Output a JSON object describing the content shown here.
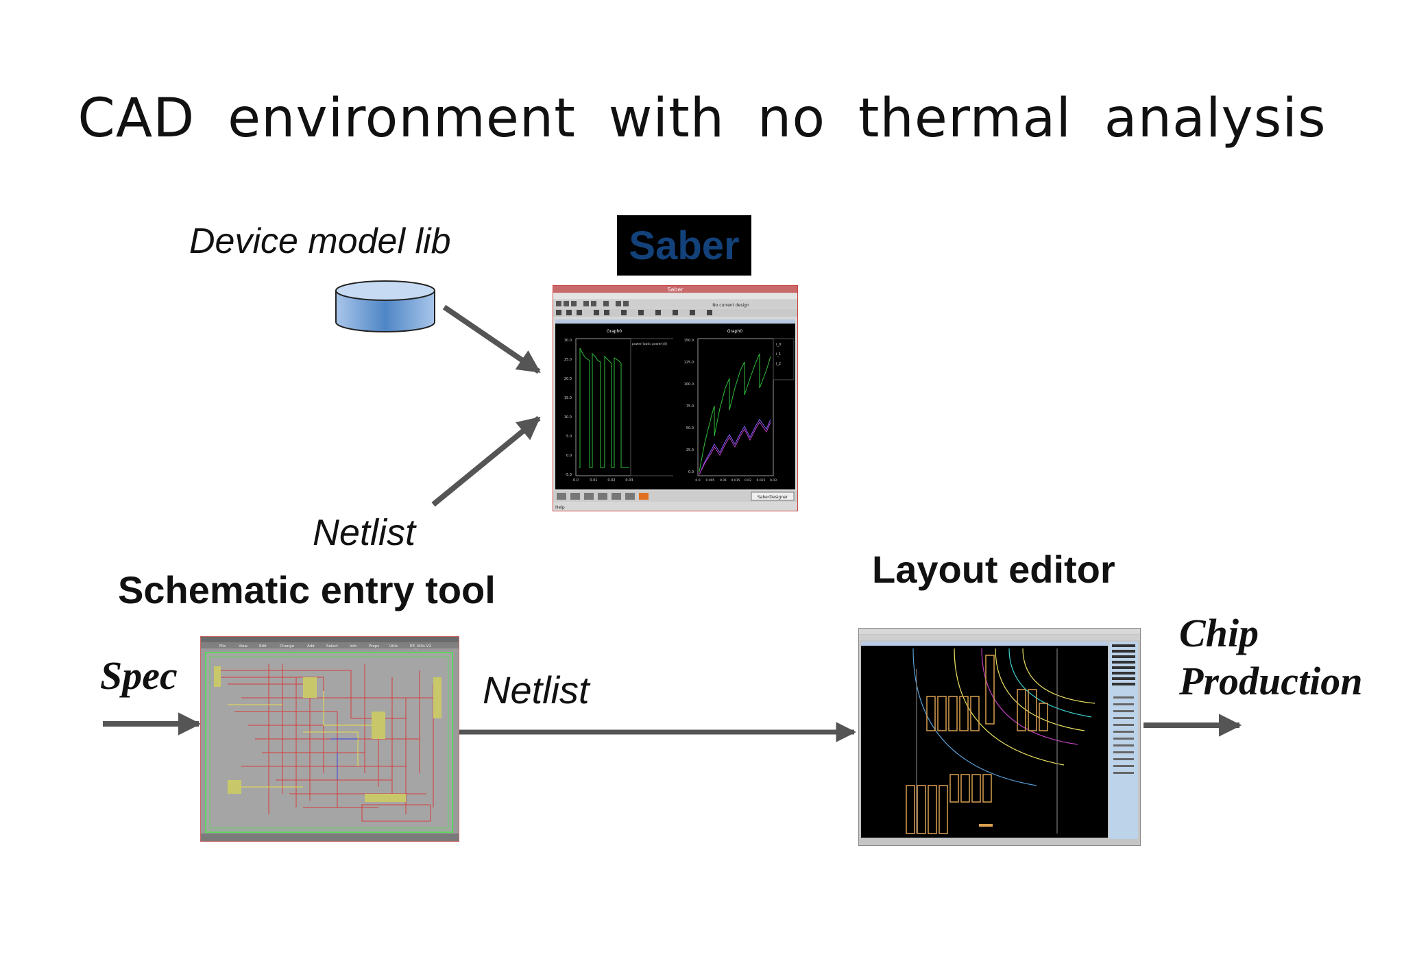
{
  "title": "CAD environment with no thermal analysis",
  "labels": {
    "device_model_lib": "Device model lib",
    "saber": "Saber",
    "netlist_top": "Netlist",
    "schematic_entry_tool": "Schematic entry tool",
    "spec": "Spec",
    "netlist_bottom": "Netlist",
    "layout_editor": "Layout editor",
    "chip": "Chip",
    "production": "Production"
  },
  "saber_window": {
    "title": "Saber",
    "status": "No current design",
    "graph_left_title": "Graph0",
    "graph_right_title": "Graph0",
    "left_yticks": [
      "30.0",
      "25.0",
      "20.0",
      "15.0",
      "10.0",
      "5.0",
      "0.0",
      "-5.0"
    ],
    "left_xticks": [
      "0.0",
      "0.01",
      "0.02",
      "0.03"
    ],
    "right_yticks": [
      "150.0",
      "125.0",
      "100.0",
      "75.0",
      "50.0",
      "25.0",
      "0.0"
    ],
    "right_xticks": [
      "0.0",
      "0.005",
      "0.01",
      "0.015",
      "0.02",
      "0.025",
      "0.03"
    ],
    "legend_left": "power(loadc power(d))",
    "legend_right": [
      "i_0",
      "i_1",
      "i_2"
    ],
    "footer_brand": "SaberDesigner",
    "help": "Help"
  },
  "schematic_window": {
    "menus": [
      "File",
      "View",
      "Edit",
      "Change",
      "Add",
      "Select",
      "Info",
      "Props",
      "Utils",
      "EE_Utils V2"
    ]
  },
  "colors": {
    "arrow": "#555555",
    "database_fill": "#7aa7d8",
    "saber_text": "#13427a"
  }
}
